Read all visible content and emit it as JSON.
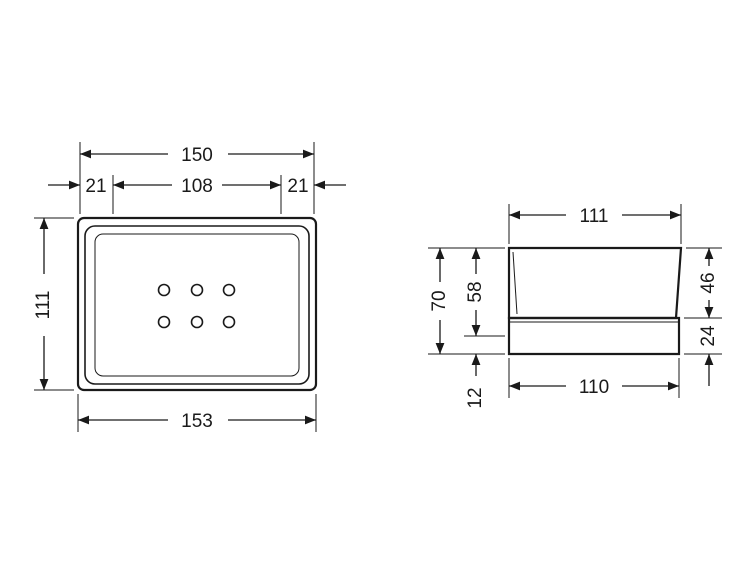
{
  "top_view": {
    "width_overall": "150",
    "margin_left": "21",
    "inner_width": "108",
    "margin_right": "21",
    "depth": "111",
    "base_width": "153",
    "drain_holes": 6
  },
  "side_view": {
    "top_depth": "111",
    "bottom_depth": "110",
    "total_height": "70",
    "inner_height": "58",
    "base_offset": "12",
    "upper_height": "46",
    "lower_height": "24"
  }
}
